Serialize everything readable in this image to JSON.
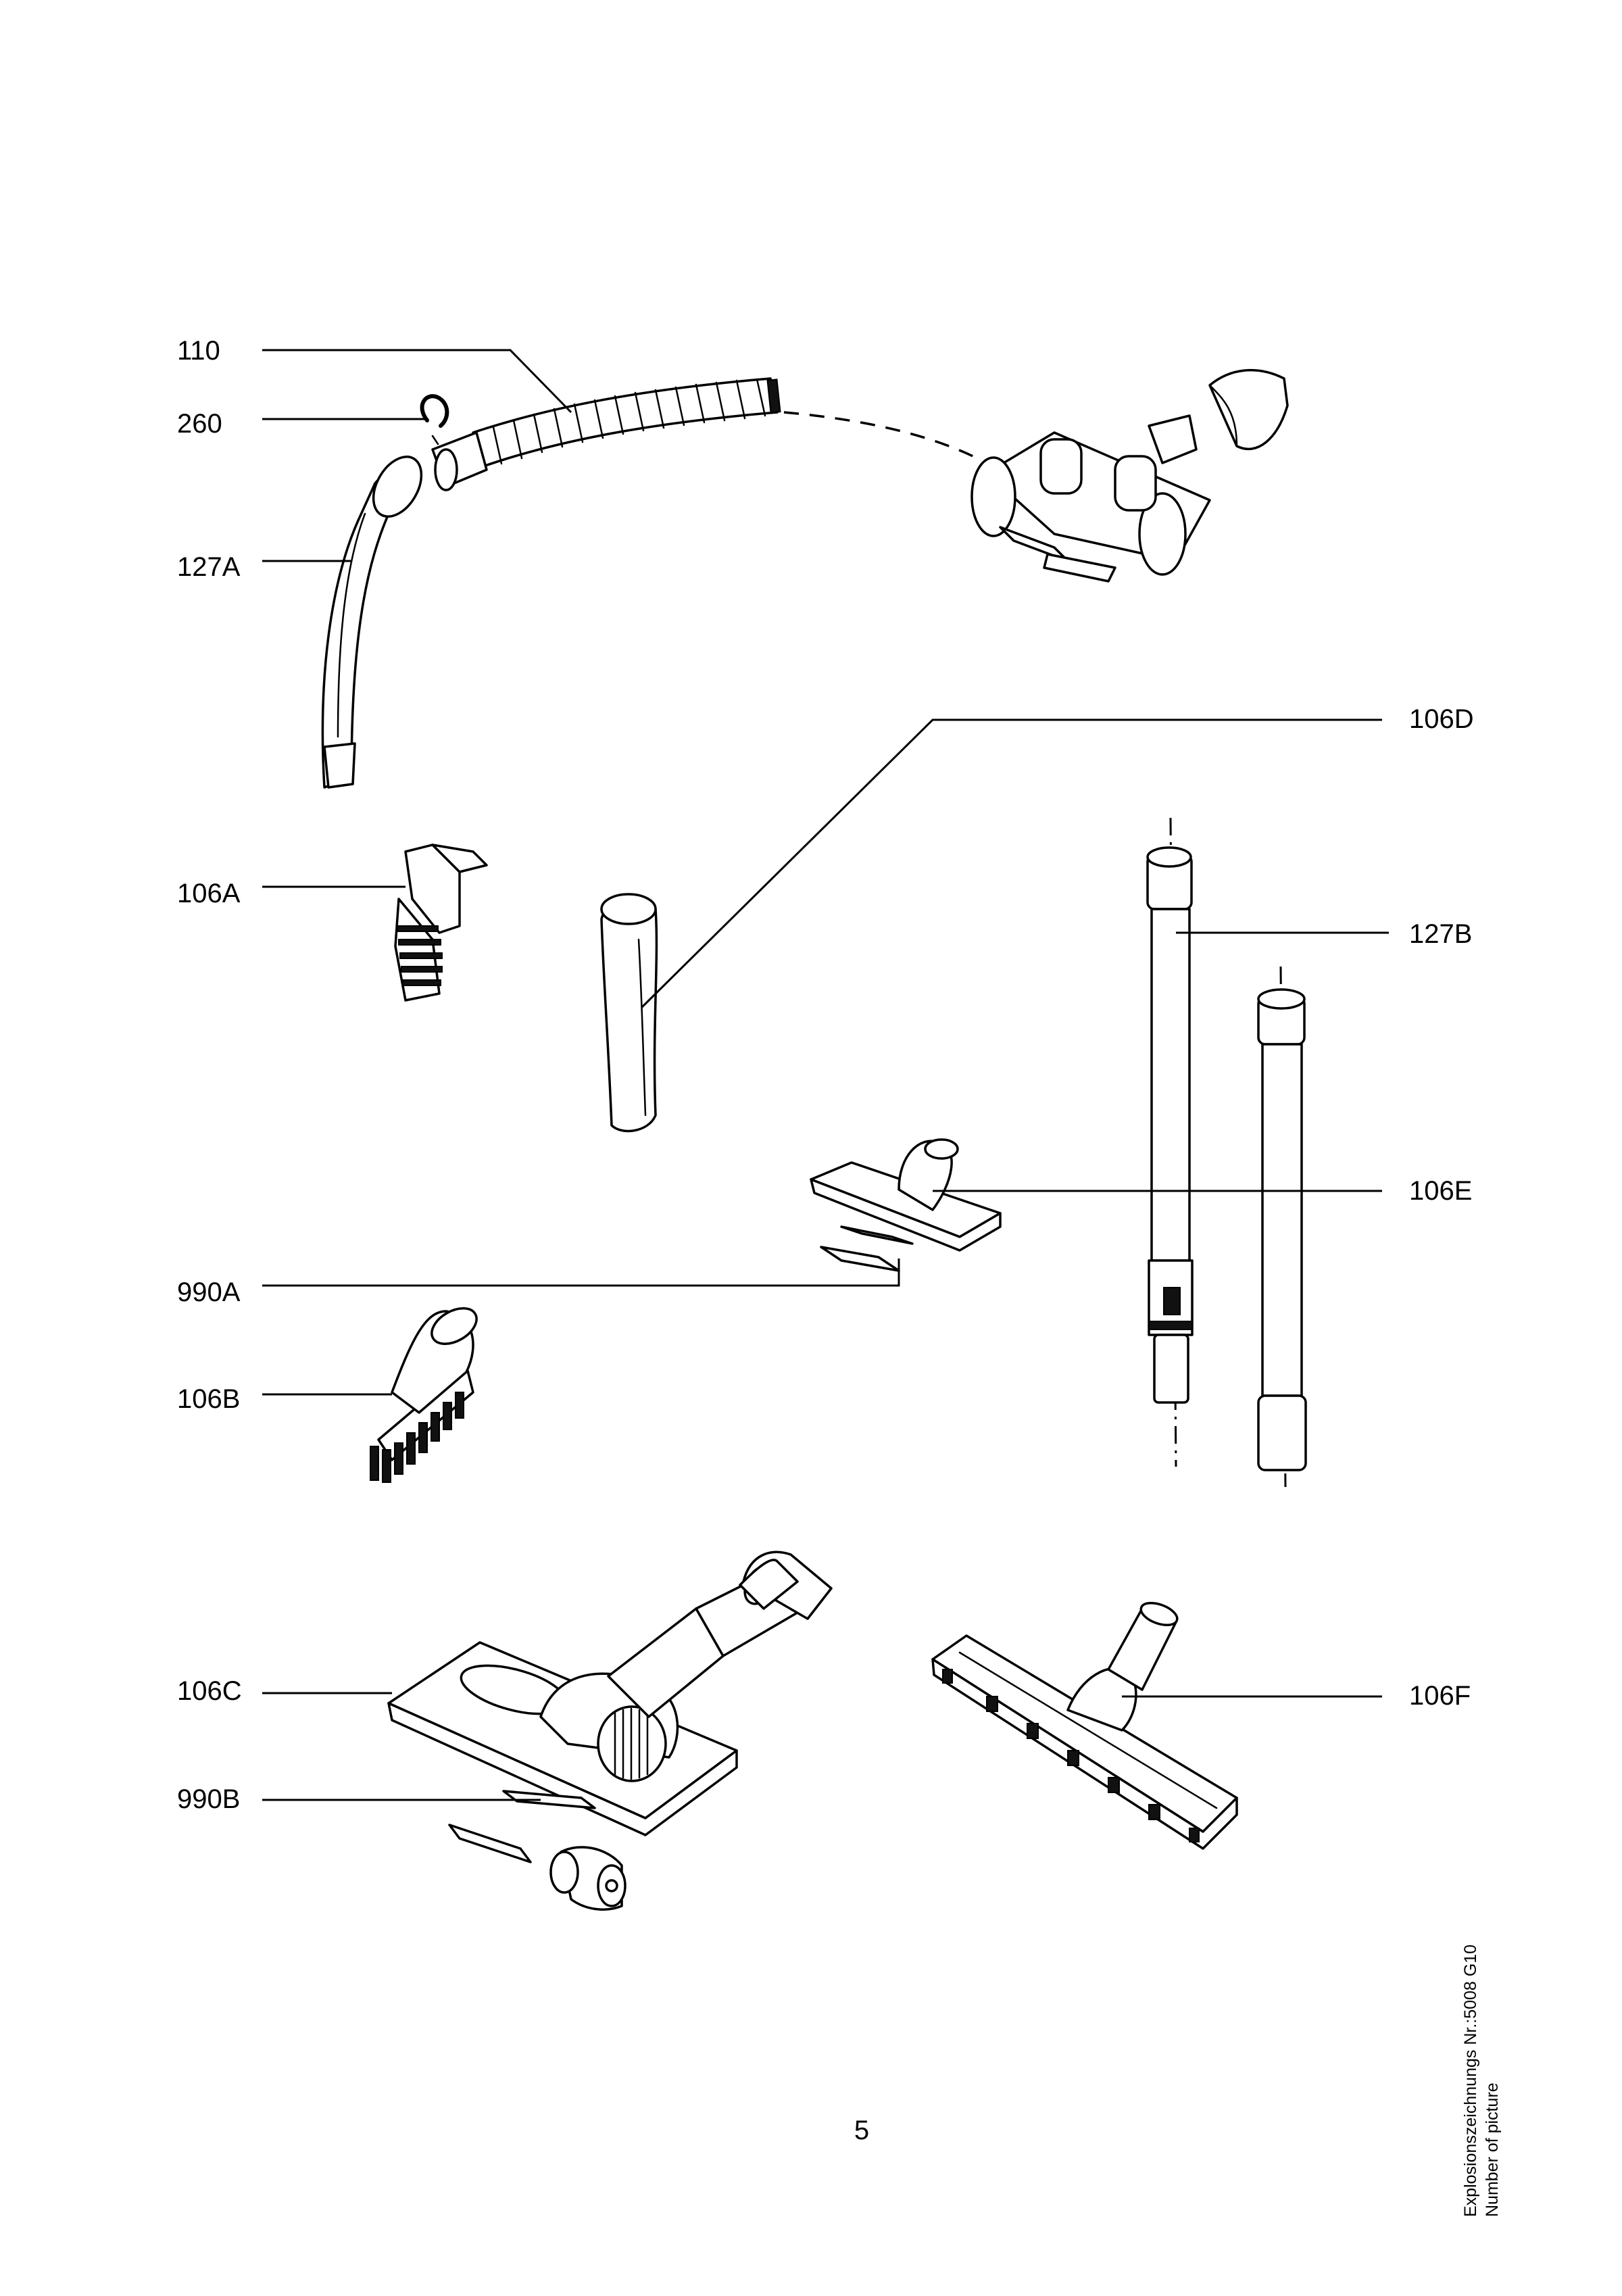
{
  "labels": {
    "110": "110",
    "260": "260",
    "127A": "127A",
    "106D": "106D",
    "106A": "106A",
    "127B": "127B",
    "106E": "106E",
    "990A": "990A",
    "106B": "106B",
    "106C": "106C",
    "106F": "106F",
    "990B": "990B"
  },
  "page_number": "5",
  "caption": {
    "line1": "Explosionszeichnungs Nr.:5008 G10",
    "line2": "Number of picture"
  }
}
